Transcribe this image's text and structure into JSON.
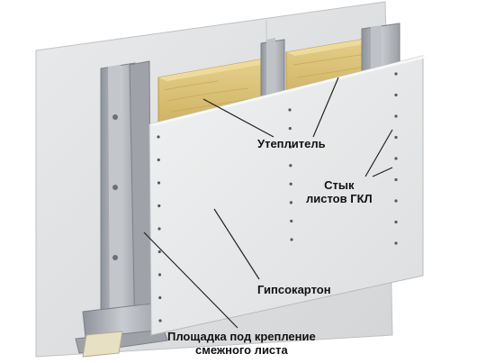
{
  "labels": {
    "insulation": "Утеплитель",
    "joint_line1": "Стык",
    "joint_line2": "листов ГКЛ",
    "drywall": "Гипсокартон",
    "pad_line1": "Площадка под крепление",
    "pad_line2": "смежного листа"
  },
  "colors": {
    "board_back": "#dcdedf",
    "board_front": "#e6e8ea",
    "insulation": "#dcc27a",
    "profile": "#a9adb3",
    "leader_line": "#222222"
  }
}
